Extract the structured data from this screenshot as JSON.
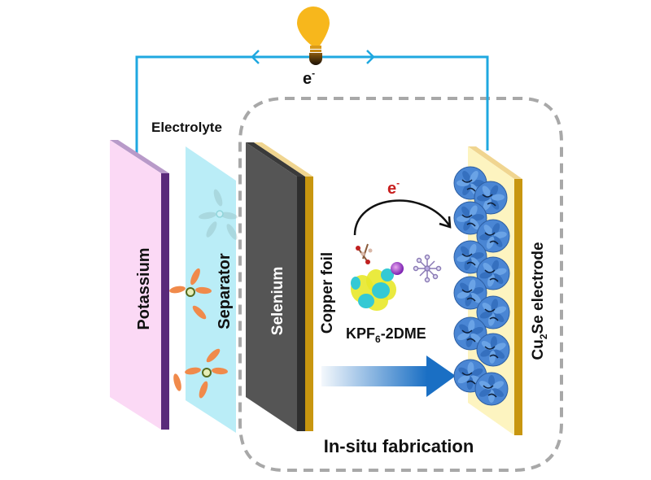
{
  "diagram": {
    "title": "Potassium-selenium battery with in-situ Cu2Se electrode fabrication",
    "labels": {
      "electron_top": "e",
      "electron_top_sup": "-",
      "electrolyte": "Electrolyte",
      "potassium": "Potassium",
      "separator": "Separator",
      "selenium": "Selenium",
      "copper_foil": "Copper foil",
      "electron_mid": "e",
      "electron_mid_sup": "-",
      "complex_main": "KPF",
      "complex_sub": "6",
      "complex_tail": "-2DME",
      "electrode_pre": "Cu",
      "electrode_sub": "2",
      "electrode_post": "Se electrode",
      "process": "In-situ fabrication"
    },
    "colors": {
      "wire": "#1fa8e0",
      "bulb": "#f7b71c",
      "potassium_face": "#fbd9f5",
      "potassium_edge": "#5a2a7a",
      "potassium_top": "#b89ac9",
      "separator_face": "#b6ecf7",
      "selenium_face": "#555555",
      "selenium_edge": "#2e2e2e",
      "copper_edge": "#c8960f",
      "copper_top": "#f0d590",
      "electrode_face": "#fdf4c0",
      "cluster_blue": "#3f7fcf",
      "ion_orange": "#f08a4b",
      "arrow_blue": "#1a6fc4",
      "electron_red": "#c81e1e",
      "dashed": "#a8a8a8"
    }
  }
}
